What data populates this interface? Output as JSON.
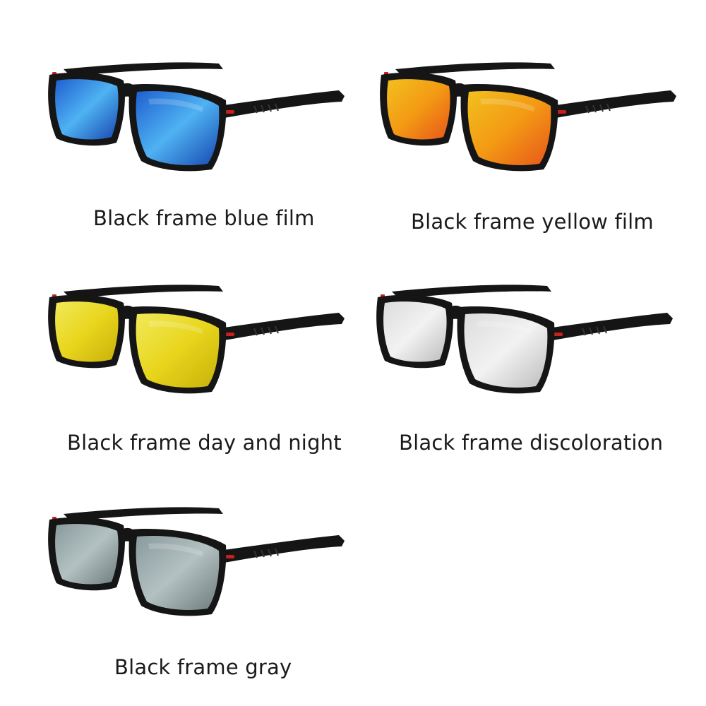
{
  "variants": [
    {
      "label": "Black frame blue film",
      "lens": "blue-mirror",
      "lens_colors": [
        "#1e5fd0",
        "#4fb2f2",
        "#1747b0"
      ]
    },
    {
      "label": "Black frame yellow film",
      "lens": "gold-mirror",
      "lens_colors": [
        "#f2c01e",
        "#f39a14",
        "#e8561a"
      ]
    },
    {
      "label": "Black frame day and night",
      "lens": "yellow-night",
      "lens_colors": [
        "#f1ea5a",
        "#e8d51c",
        "#c8b10a"
      ]
    },
    {
      "label": "Black frame discoloration",
      "lens": "photochromic-clear",
      "lens_colors": [
        "#dcdcdc",
        "#f2f2f2",
        "#bdbdbd"
      ]
    },
    {
      "label": "Black frame gray",
      "lens": "gray",
      "lens_colors": [
        "#8a9a9c",
        "#b3c1c2",
        "#6d7b7d"
      ]
    }
  ],
  "frame_color": "#151515",
  "accent_color": "#c8201e"
}
